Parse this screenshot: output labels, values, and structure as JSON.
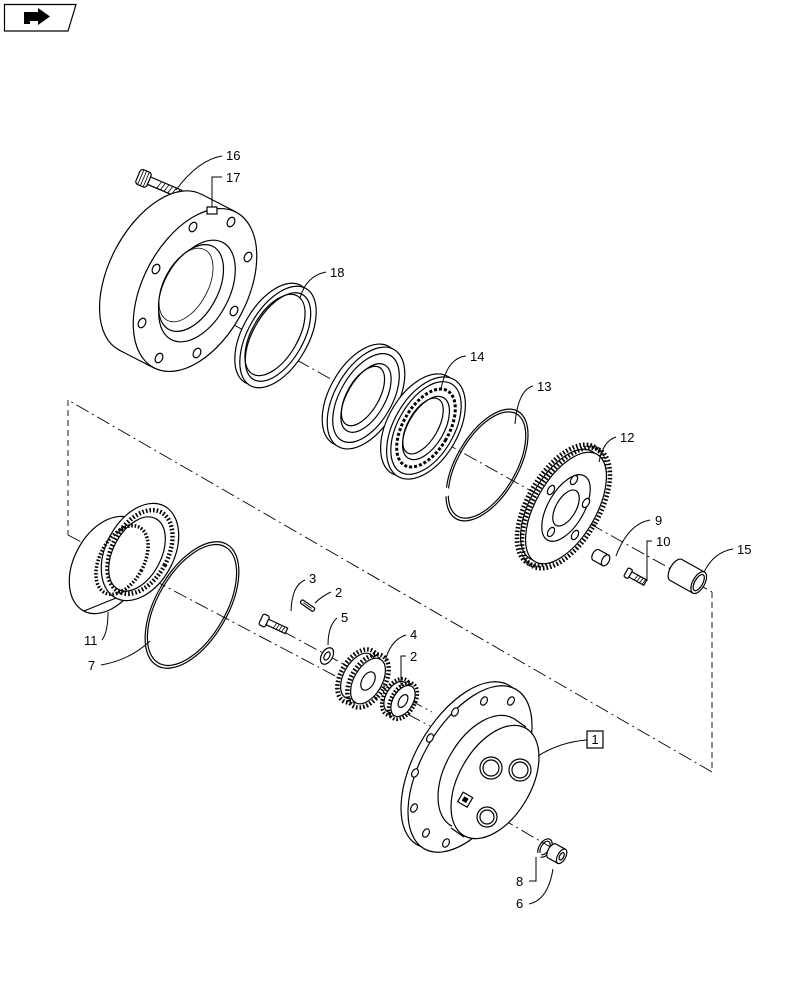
{
  "nav": {
    "icon": "page-arrow-icon"
  },
  "callouts": {
    "c16": "16",
    "c17": "17",
    "c18": "18",
    "c14": "14",
    "c13": "13",
    "c12": "12",
    "c9": "9",
    "c10": "10",
    "c15": "15",
    "c3": "3",
    "c2_pin": "2",
    "c5": "5",
    "c4": "4",
    "c2_gear": "2",
    "c1": "1",
    "c11": "11",
    "c7": "7",
    "c8": "8",
    "c6": "6"
  },
  "colors": {
    "line": "#000000",
    "background": "#ffffff"
  }
}
